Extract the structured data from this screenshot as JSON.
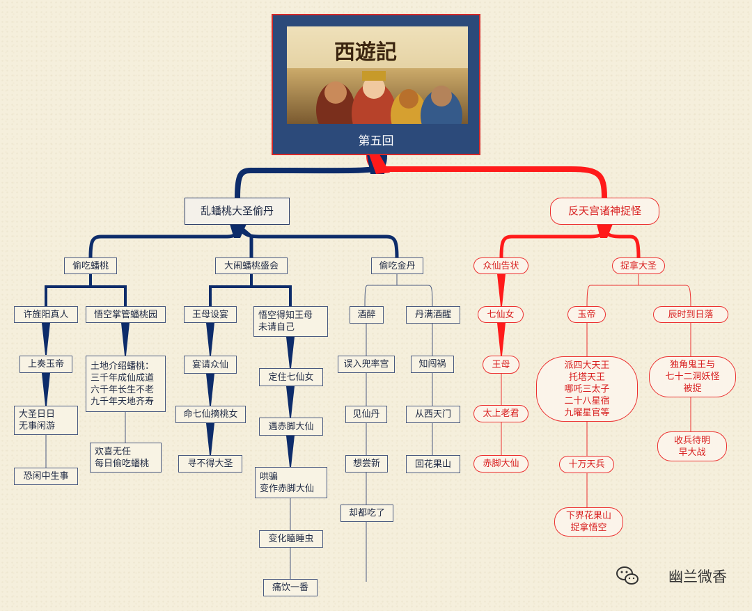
{
  "root": {
    "title": "第五回",
    "poster_logo": "西遊記"
  },
  "branches": {
    "left": {
      "label": "乱蟠桃大圣偷丹"
    },
    "right": {
      "label": "反天宫诸神捉怪"
    }
  },
  "left": {
    "g1": {
      "label": "偷吃蟠桃",
      "a": {
        "label": "许旌阳真人",
        "c1": "上奏玉帝",
        "c2": "大圣日日\n无事闲游",
        "c3": "恐闲中生事"
      },
      "b": {
        "label": "悟空掌管蟠桃园",
        "c1": "土地介绍蟠桃：\n三千年成仙成道\n六千年长生不老\n九千年天地齐寿",
        "c2": "欢喜无任\n每日偷吃蟠桃"
      }
    },
    "g2": {
      "label": "大闹蟠桃盛会",
      "a": {
        "label": "王母设宴",
        "c1": "宴请众仙",
        "c2": "命七仙摘桃女",
        "c3": "寻不得大圣"
      },
      "b": {
        "label": "悟空得知王母\n未请自己",
        "c1": "定住七仙女",
        "c2": "遇赤脚大仙",
        "c3": "哄骗\n变作赤脚大仙",
        "c4": "变化瞌睡虫",
        "c5": "痛饮一番"
      }
    },
    "g3": {
      "label": "偷吃金丹",
      "a": {
        "label": "酒醉",
        "c1": "误入兜率宫",
        "c2": "见仙丹",
        "c3": "想尝新",
        "c4": "却都吃了"
      },
      "b": {
        "label": "丹满酒醒",
        "c1": "知闯祸",
        "c2": "从西天门",
        "c3": "回花果山"
      }
    }
  },
  "right": {
    "g1": {
      "label": "众仙告状",
      "a": "七仙女",
      "b": "王母",
      "c": "太上老君",
      "d": "赤脚大仙"
    },
    "g2": {
      "label": "捉拿大圣",
      "a": {
        "label": "玉帝",
        "c1": "派四大天王\n托塔天王\n哪吒三太子\n二十八星宿\n九曜星官等",
        "c2": "十万天兵",
        "c3": "下界花果山\n捉拿悟空"
      },
      "b": {
        "label": "辰时到日落",
        "c1": "独角鬼王与\n七十二洞妖怪\n被捉",
        "c2": "收兵待明\n早大战"
      }
    }
  },
  "watermark": {
    "text": "幽兰微香",
    "icon": "wechat-icon"
  },
  "colors": {
    "blue": "#0d2c6a",
    "red": "#ff1a1a",
    "root_bg": "#2c4a7a"
  }
}
